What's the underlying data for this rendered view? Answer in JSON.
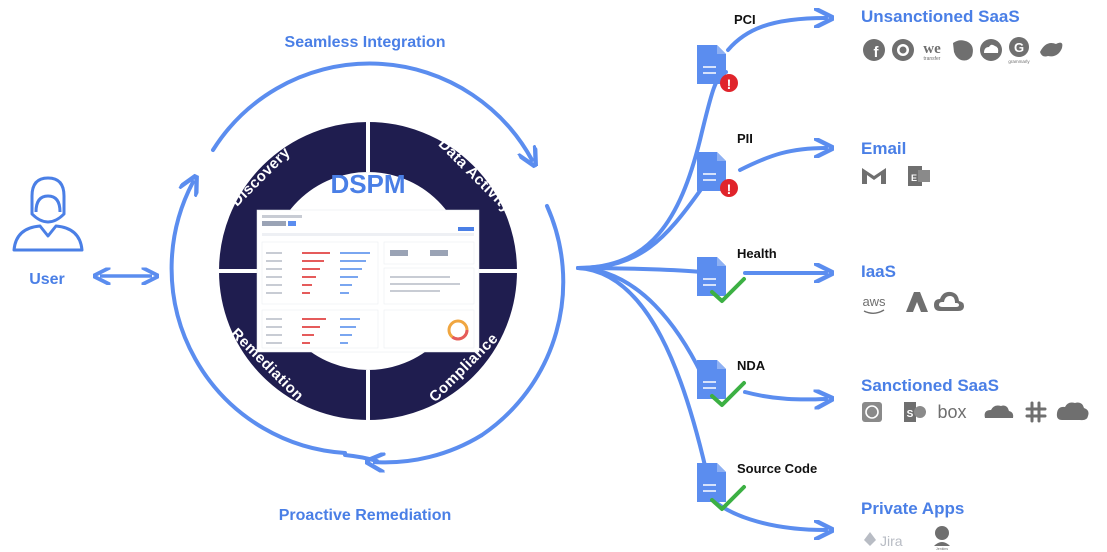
{
  "colors": {
    "accent": "#5b8def",
    "label_blue": "#4a7fe6",
    "ring": "#1f1d4f",
    "alert_red": "#e0242b",
    "check_green": "#3cb043"
  },
  "center": {
    "title": "DSPM",
    "segments": [
      "Discovery",
      "Data Activity",
      "Remediation",
      "Compliance"
    ]
  },
  "outer_labels": {
    "top": "Seamless Integration",
    "bottom": "Proactive Remediation"
  },
  "user": {
    "label": "User",
    "icon": "user-icon"
  },
  "data_types": [
    {
      "label": "PCI",
      "status": "alert",
      "icon": "document-icon"
    },
    {
      "label": "PII",
      "status": "alert",
      "icon": "document-icon"
    },
    {
      "label": "Health",
      "status": "ok",
      "icon": "document-icon"
    },
    {
      "label": "NDA",
      "status": "ok",
      "icon": "document-icon"
    },
    {
      "label": "Source Code",
      "status": "ok",
      "icon": "document-icon"
    }
  ],
  "destinations": [
    {
      "title": "Unsanctioned SaaS",
      "logos": [
        "facebook-logo",
        "whatsapp-logo",
        "wetransfer-logo",
        "evernote-logo",
        "cloud-app-logo",
        "grammarly-logo",
        "bird-app-logo"
      ],
      "logo_texts": {
        "wetransfer": "we",
        "wetransfer_sub": "transfer",
        "grammarly_sub": "grammarly"
      }
    },
    {
      "title": "Email",
      "logos": [
        "gmail-logo",
        "exchange-logo"
      ]
    },
    {
      "title": "IaaS",
      "logos": [
        "aws-logo",
        "azure-logo",
        "gcp-logo"
      ],
      "logo_texts": {
        "aws": "aws"
      }
    },
    {
      "title": "Sanctioned SaaS",
      "logos": [
        "chatgpt-logo",
        "sharepoint-logo",
        "box-logo",
        "onedrive-logo",
        "slack-logo",
        "salesforce-logo"
      ],
      "logo_texts": {
        "box": "box"
      }
    },
    {
      "title": "Private Apps",
      "logos": [
        "jira-logo",
        "jenkins-logo"
      ],
      "logo_texts": {
        "jira": "Jira",
        "jenkins": "Jenkins"
      }
    }
  ]
}
